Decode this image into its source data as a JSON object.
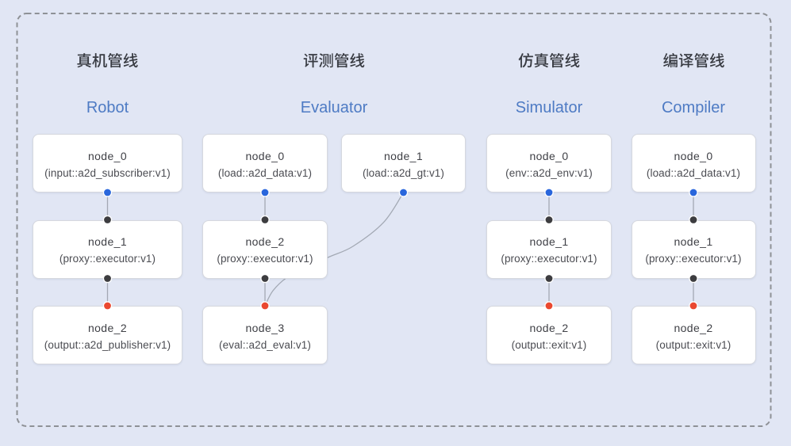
{
  "colors": {
    "background": "#e1e6f4",
    "card_bg": "#ffffff",
    "card_border": "#d6d8de",
    "frame_dash": "#8e9196",
    "title_zh": "#383b42",
    "title_en": "#4e7bc4",
    "node_name": "#3f4046",
    "node_type": "#4b4c52",
    "edge": "#a3a9b4",
    "port_blue": "#2966dc",
    "port_dark": "#3d3d40",
    "port_red": "#ea4830"
  },
  "pipelines": [
    {
      "title_zh": "真机管线",
      "title_en": "Robot",
      "nodes": [
        {
          "name": "node_0",
          "type": "(input::a2d_subscriber:v1)"
        },
        {
          "name": "node_1",
          "type": "(proxy::executor:v1)"
        },
        {
          "name": "node_2",
          "type": "(output::a2d_publisher:v1)"
        }
      ]
    },
    {
      "title_zh": "评测管线",
      "title_en": "Evaluator",
      "nodes": [
        {
          "name": "node_0",
          "type": "(load::a2d_data:v1)"
        },
        {
          "name": "node_1",
          "type": "(load::a2d_gt:v1)"
        },
        {
          "name": "node_2",
          "type": "(proxy::executor:v1)"
        },
        {
          "name": "node_3",
          "type": "(eval::a2d_eval:v1)"
        }
      ]
    },
    {
      "title_zh": "仿真管线",
      "title_en": "Simulator",
      "nodes": [
        {
          "name": "node_0",
          "type": "(env::a2d_env:v1)"
        },
        {
          "name": "node_1",
          "type": "(proxy::executor:v1)"
        },
        {
          "name": "node_2",
          "type": "(output::exit:v1)"
        }
      ]
    },
    {
      "title_zh": "编译管线",
      "title_en": "Compiler",
      "nodes": [
        {
          "name": "node_0",
          "type": "(load::a2d_data:v1)"
        },
        {
          "name": "node_1",
          "type": "(proxy::executor:v1)"
        },
        {
          "name": "node_2",
          "type": "(output::exit:v1)"
        }
      ]
    }
  ]
}
